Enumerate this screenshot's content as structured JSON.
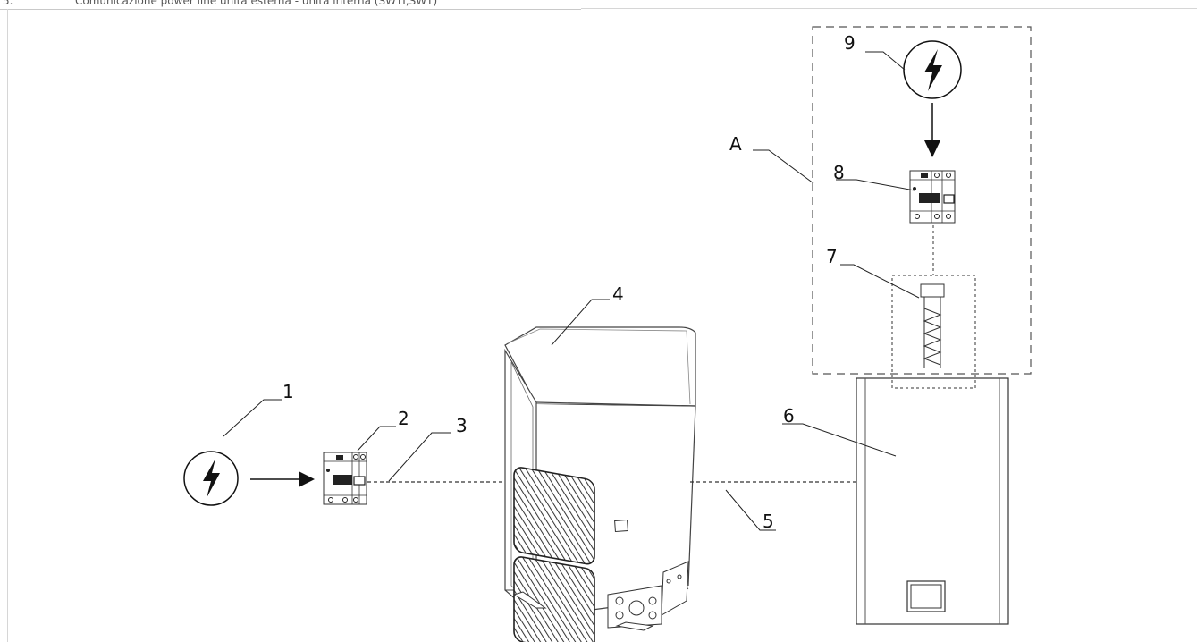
{
  "header": {
    "section_number": "5.",
    "caption": "Comunicazione power line unità esterna - unità interna (SWTI,SWT)"
  },
  "labels": {
    "l1": "1",
    "l2": "2",
    "l3": "3",
    "l4": "4",
    "l5": "5",
    "l6": "6",
    "l7": "7",
    "l8": "8",
    "l9": "9",
    "lA": "A"
  },
  "icons": [
    "power-supply-icon",
    "circuit-breaker-icon",
    "outdoor-heat-pump-unit-icon",
    "indoor-unit-icon",
    "electric-heater-icon"
  ]
}
